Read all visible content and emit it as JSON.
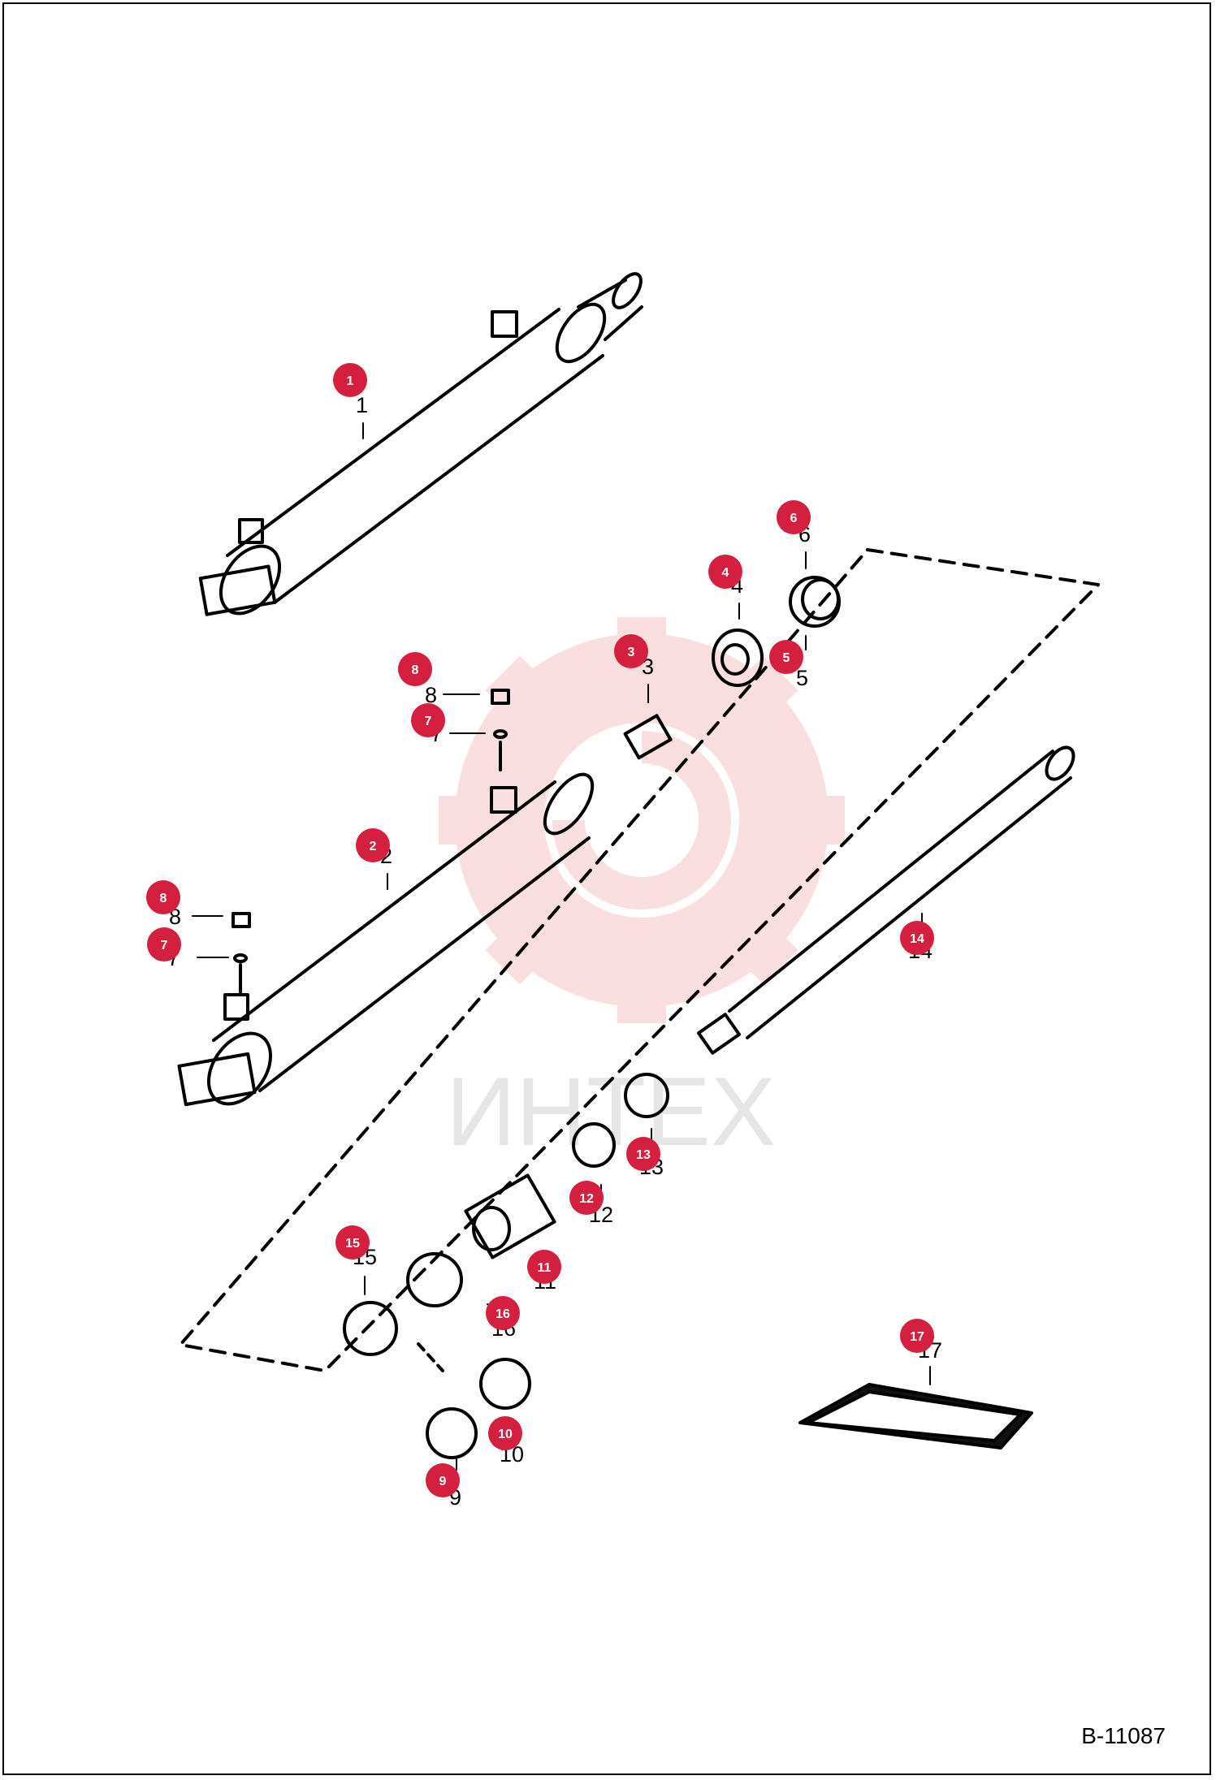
{
  "drawing_ref": "B-11087",
  "watermark_text": "ИНТЕХ",
  "colors": {
    "callout": "#d41f3f",
    "line": "#000000",
    "watermark": "#f5a5a5"
  },
  "parts": [
    {
      "id": 1,
      "label": "1"
    },
    {
      "id": 2,
      "label": "2"
    },
    {
      "id": 3,
      "label": "3"
    },
    {
      "id": 4,
      "label": "4"
    },
    {
      "id": 5,
      "label": "5"
    },
    {
      "id": 6,
      "label": "6"
    },
    {
      "id": 7,
      "label": "7"
    },
    {
      "id": 8,
      "label": "8"
    },
    {
      "id": 9,
      "label": "9"
    },
    {
      "id": 10,
      "label": "10"
    },
    {
      "id": 11,
      "label": "11"
    },
    {
      "id": 12,
      "label": "12"
    },
    {
      "id": 13,
      "label": "13"
    },
    {
      "id": 14,
      "label": "14"
    },
    {
      "id": 15,
      "label": "15"
    },
    {
      "id": 16,
      "label": "16"
    },
    {
      "id": 17,
      "label": "17"
    }
  ]
}
